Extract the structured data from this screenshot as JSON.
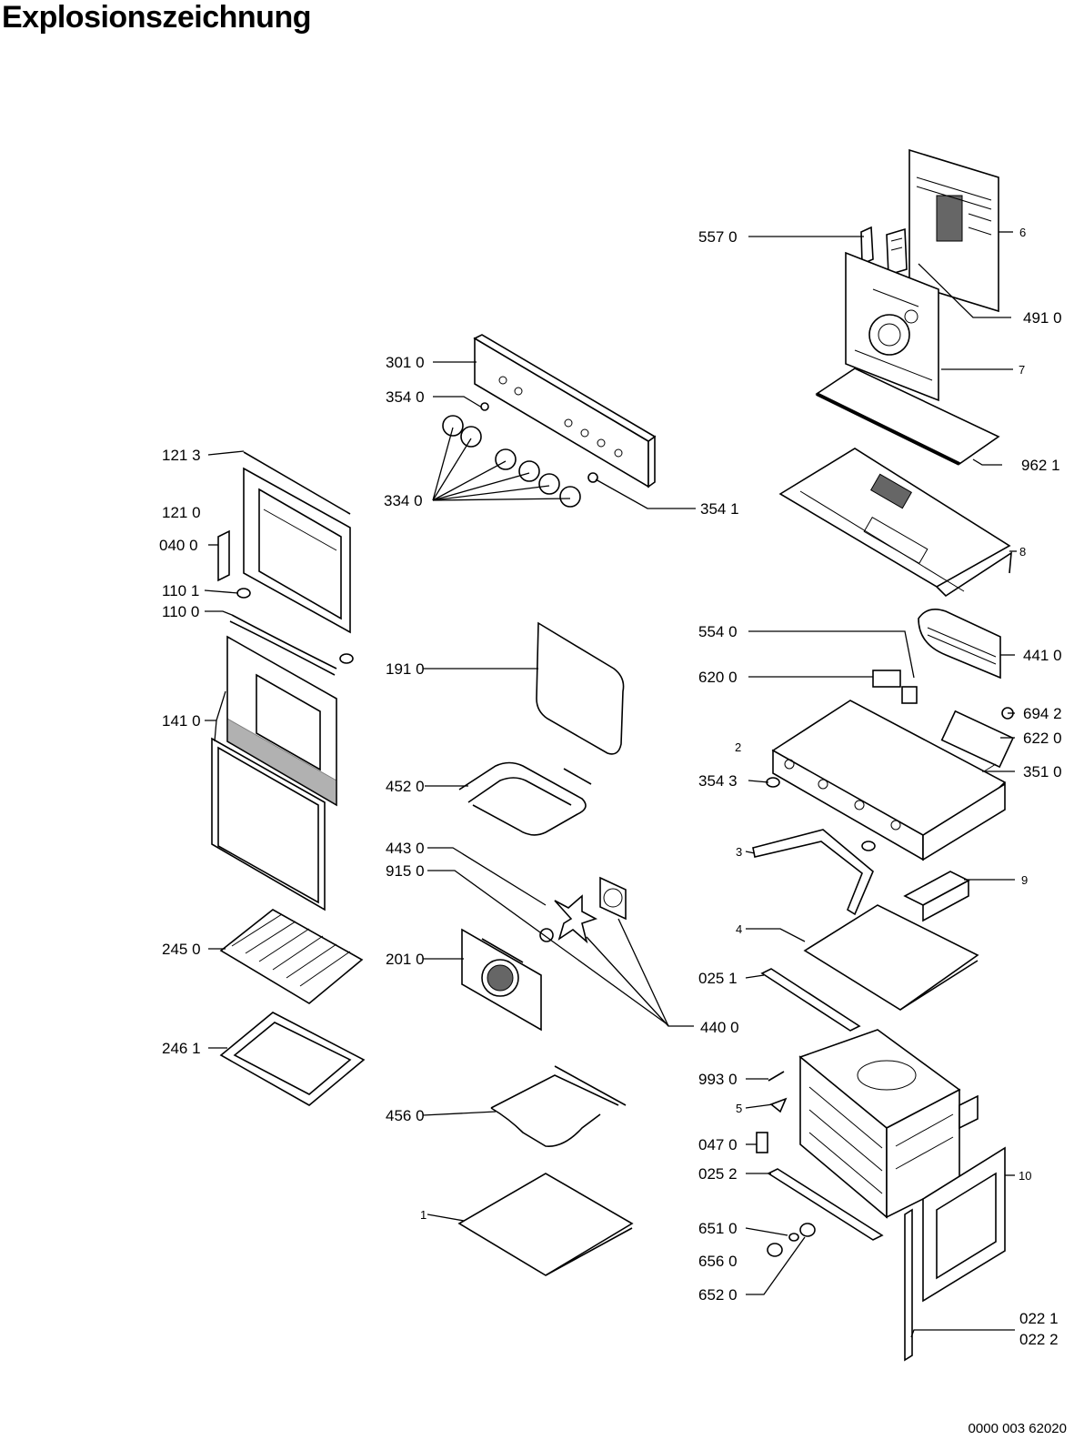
{
  "title": "Explosionszeichnung",
  "document_number": "0000 003 62020",
  "callouts": {
    "c5570": "557 0",
    "c4910": "491 0",
    "c6": "6",
    "c7": "7",
    "c9621": "962 1",
    "c8": "8",
    "c3010": "301 0",
    "c3540": "354 0",
    "c3340": "334 0",
    "c3541": "354 1",
    "c1213": "121 3",
    "c1210": "121 0",
    "c0400": "040 0",
    "c1101": "110 1",
    "c1100": "110 0",
    "c1410": "141 0",
    "c1910": "191 0",
    "c4520": "452 0",
    "c4430": "443 0",
    "c9150": "915 0",
    "c2010": "201 0",
    "c4400": "440 0",
    "c2450": "245 0",
    "c2461": "246 1",
    "c4560": "456 0",
    "c1": "1",
    "c5540": "554 0",
    "c4410": "441 0",
    "c6200": "620 0",
    "c6942": "694 2",
    "c6220": "622 0",
    "c2": "2",
    "c3543": "354 3",
    "c3510": "351 0",
    "c3": "3",
    "c9": "9",
    "c4": "4",
    "c0251": "025 1",
    "c9930": "993 0",
    "c5": "5",
    "c0470": "047 0",
    "c0252": "025 2",
    "c10": "10",
    "c6510": "651 0",
    "c6560": "656 0",
    "c6520": "652 0",
    "c0221": "022 1",
    "c0222": "022 2"
  }
}
